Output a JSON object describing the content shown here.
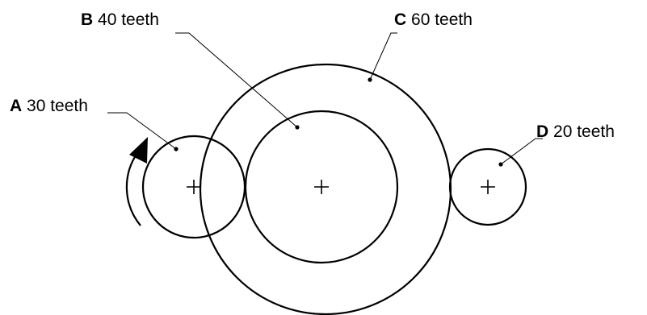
{
  "gears": [
    {
      "letter": "A",
      "teeth_label": "30 teeth"
    },
    {
      "letter": "B",
      "teeth_label": "40 teeth"
    },
    {
      "letter": "C",
      "teeth_label": "60 teeth"
    },
    {
      "letter": "D",
      "teeth_label": "20 teeth"
    }
  ],
  "rotation_indicator": {
    "gear": "A",
    "direction": "clockwise",
    "icon": "curved-arrow-icon"
  },
  "colors": {
    "ink": "#000000",
    "background": "#ffffff"
  }
}
